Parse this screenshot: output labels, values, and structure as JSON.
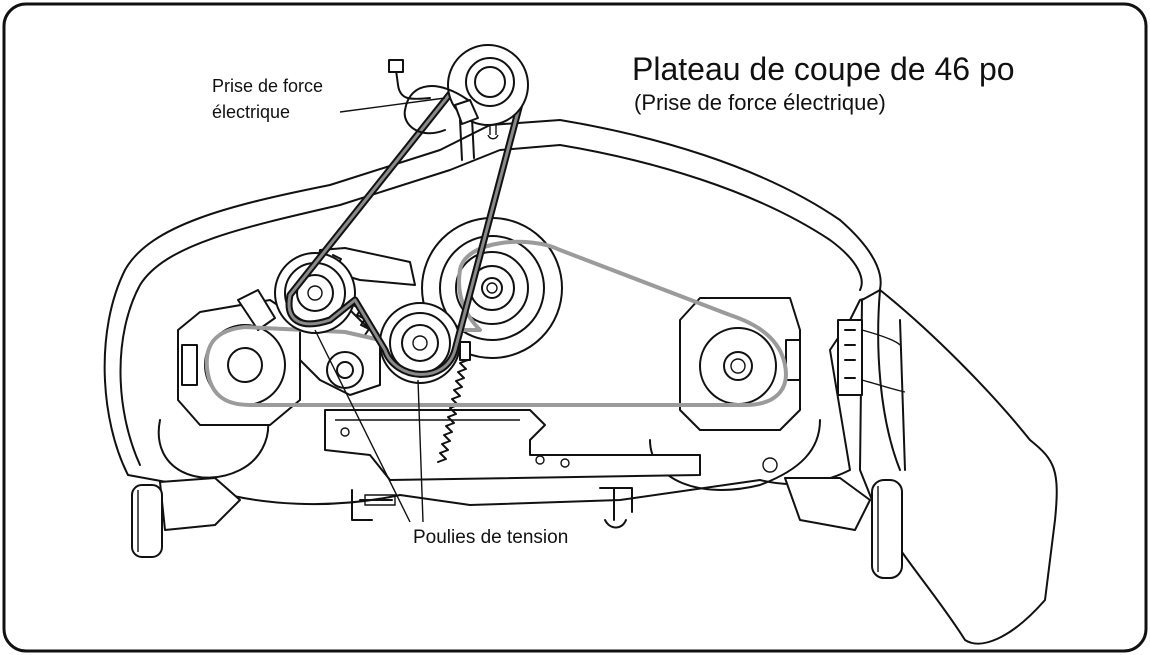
{
  "title": "Plateau de coupe de 46 po",
  "subtitle": "(Prise de force électrique)",
  "labels": {
    "pto_line1": "Prise de force",
    "pto_line2": "électrique",
    "idler": "Poulies de tension"
  }
}
